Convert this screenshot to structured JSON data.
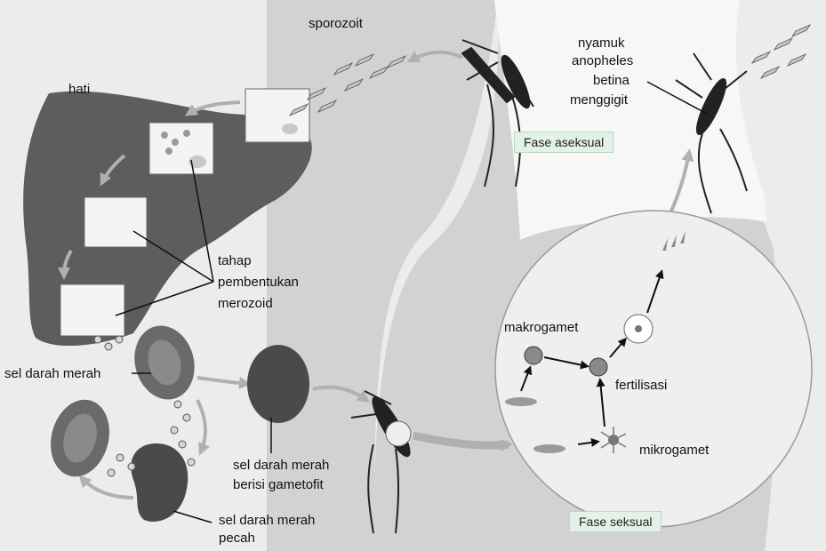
{
  "labels": {
    "sporozoit": "sporozoit",
    "hati": "hati",
    "nyamuk": [
      "nyamuk",
      "anopheles",
      "betina",
      "menggigit"
    ],
    "fase_aseksual": "Fase aseksual",
    "tahap": [
      "tahap",
      "pembentukan",
      "merozoid"
    ],
    "makrogamet": "makrogamet",
    "fertilisasi": "fertilisasi",
    "mikrogamet": "mikrogamet",
    "sel_darah_merah": "sel darah merah",
    "gametofit": [
      "sel darah merah",
      "berisi gametofit"
    ],
    "pecah": [
      "sel darah merah",
      "pecah"
    ],
    "fase_seksual": "Fase seksual"
  },
  "colors": {
    "background": "#ececec",
    "legs": "#d2d2d2",
    "gap": "#f7f7f7",
    "liver": "#5d5d5d",
    "cell": "#8e8e8e",
    "circle": "#efefef",
    "label_box": "#e3f1e6"
  }
}
